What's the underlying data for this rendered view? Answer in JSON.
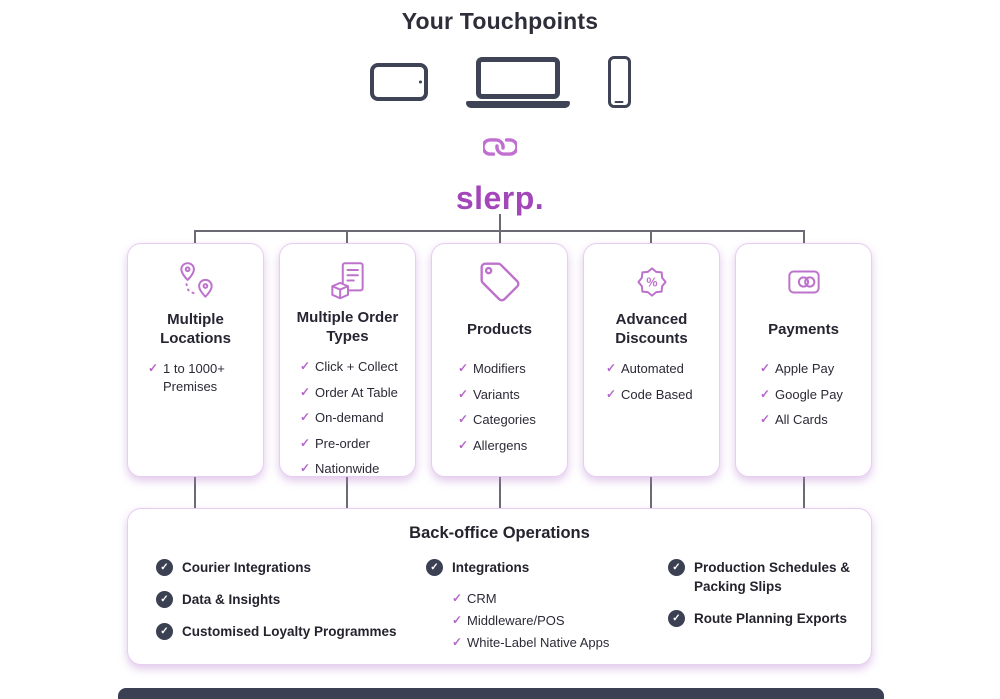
{
  "header": {
    "title": "Your Touchpoints",
    "logo": "slerp."
  },
  "colors": {
    "accent_purple": "#bd72cc",
    "logo_purple": "#a346b9",
    "navy": "#3e4356",
    "line_gray": "#6a6a74"
  },
  "cards": [
    {
      "icon": "map-pins",
      "title": "Multiple Locations",
      "items": [
        "1 to 1000+ Premises"
      ]
    },
    {
      "icon": "order-types",
      "title": "Multiple Order Types",
      "items": [
        "Click + Collect",
        "Order At Table",
        "On-demand",
        "Pre-order",
        "Nationwide"
      ]
    },
    {
      "icon": "price-tag",
      "title": "Products",
      "items": [
        "Modifiers",
        "Variants",
        "Categories",
        "Allergens"
      ]
    },
    {
      "icon": "discount-badge",
      "title": "Advanced Discounts",
      "items": [
        "Automated",
        "Code Based"
      ]
    },
    {
      "icon": "payment-card",
      "title": "Payments",
      "items": [
        "Apple Pay",
        "Google Pay",
        "All Cards"
      ]
    }
  ],
  "backoffice": {
    "title": "Back-office Operations",
    "col1": [
      "Courier Integrations",
      "Data & Insights",
      "Customised Loyalty Programmes"
    ],
    "integrations": {
      "label": "Integrations",
      "items": [
        "CRM",
        "Middleware/POS",
        "White-Label Native Apps"
      ]
    },
    "col3": [
      "Production Schedules & Packing Slips",
      "Route Planning Exports"
    ]
  },
  "glyphs": {
    "check": "✓",
    "percent": "%"
  }
}
